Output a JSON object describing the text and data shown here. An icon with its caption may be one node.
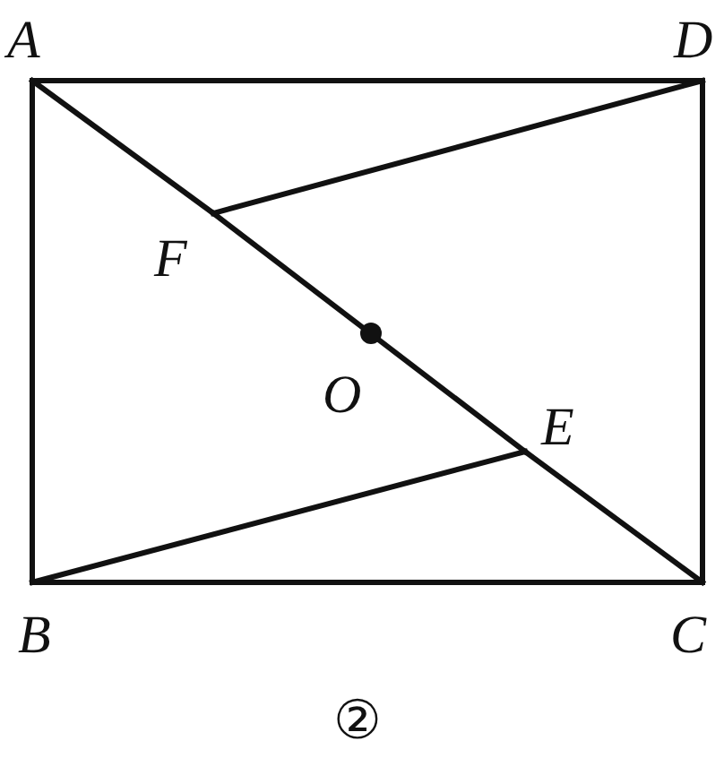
{
  "diagram": {
    "caption": "②",
    "nodes": [
      {
        "text": [
          "A"
        ]
      },
      {
        "text": [
          "D"
        ]
      },
      {
        "text": [
          "F"
        ]
      },
      {
        "text": [
          "O"
        ]
      },
      {
        "text": [
          "E"
        ]
      },
      {
        "text": [
          "B"
        ]
      },
      {
        "text": [
          "C"
        ]
      }
    ],
    "edges": [
      {
        "from": 0,
        "to": 1,
        "arrow": "none"
      },
      {
        "from": 1,
        "to": 6,
        "arrow": "none"
      },
      {
        "from": 6,
        "to": 5,
        "arrow": "none"
      },
      {
        "from": 5,
        "to": 0,
        "arrow": "none"
      },
      {
        "from": 0,
        "to": 2,
        "arrow": "none"
      },
      {
        "from": 2,
        "to": 4,
        "arrow": "none"
      },
      {
        "from": 4,
        "to": 6,
        "arrow": "none"
      },
      {
        "from": 1,
        "to": 2,
        "arrow": "none"
      },
      {
        "from": 5,
        "to": 4,
        "arrow": "none"
      }
    ]
  }
}
